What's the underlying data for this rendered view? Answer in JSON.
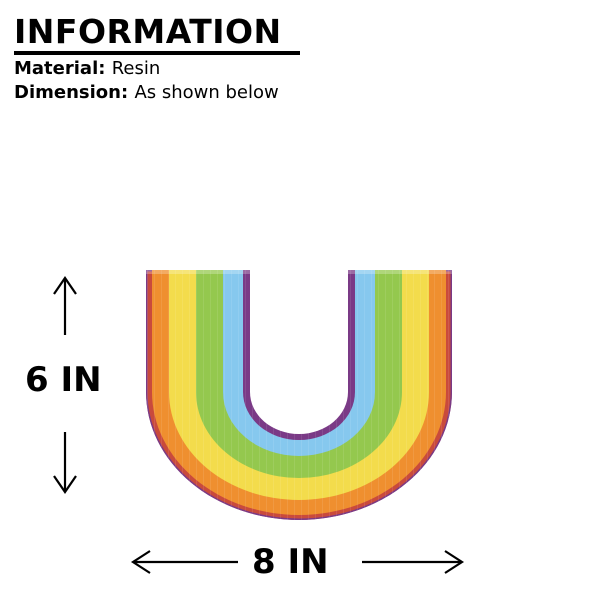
{
  "heading": "INFORMATION",
  "material": {
    "label": "Material",
    "separator": ": ",
    "value": "Resin"
  },
  "dimension": {
    "label": "Dimension",
    "separator": ": ",
    "value": "As shown below"
  },
  "height_label": "6 IN",
  "width_label": "8 IN",
  "colors": {
    "purple": "#7a3a86",
    "red": "#c94a3c",
    "orange": "#ef8f2f",
    "yellow": "#f3dc4c",
    "green": "#94c84e",
    "blue": "#86c8ee",
    "text": "#000000"
  }
}
